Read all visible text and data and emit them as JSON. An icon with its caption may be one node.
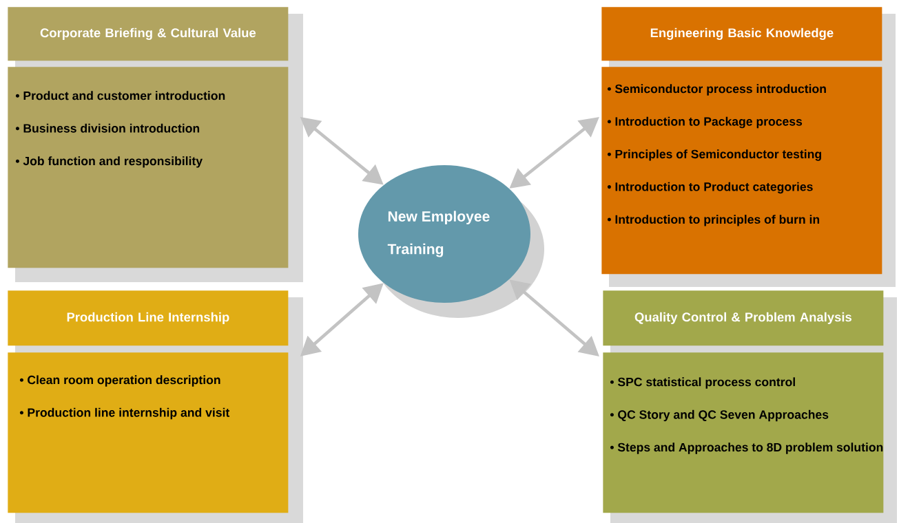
{
  "diagram": {
    "nodes": [
      {
        "text": [
          "Corporate Briefing & Cultural Value"
        ]
      },
      {
        "text": [
          "• Product and customer introduction",
          "• Business division introduction",
          "• Job function and responsibility"
        ]
      },
      {
        "text": [
          "Engineering Basic Knowledge"
        ]
      },
      {
        "text": [
          "• Semiconductor process introduction",
          "• Introduction to Package process",
          "• Principles of Semiconductor testing",
          "• Introduction to Product categories",
          "• Introduction to principles of burn in"
        ]
      },
      {
        "text": [
          "New Employee Training"
        ]
      },
      {
        "text": [
          "Production Line Internship"
        ]
      },
      {
        "text": [
          "• Clean room operation description",
          "• Production line internship and visit"
        ]
      },
      {
        "text": [
          "Quality Control & Problem Analysis"
        ]
      },
      {
        "text": [
          "• SPC statistical process control",
          "• QC Story and QC Seven Approaches",
          "• Steps and Approaches to 8D problem solution"
        ]
      }
    ],
    "edges": [
      {
        "from": 4,
        "to": 1,
        "arrow": "both"
      },
      {
        "from": 4,
        "to": 3,
        "arrow": "both"
      },
      {
        "from": 4,
        "to": 6,
        "arrow": "both"
      },
      {
        "from": 4,
        "to": 8,
        "arrow": "both"
      }
    ]
  }
}
